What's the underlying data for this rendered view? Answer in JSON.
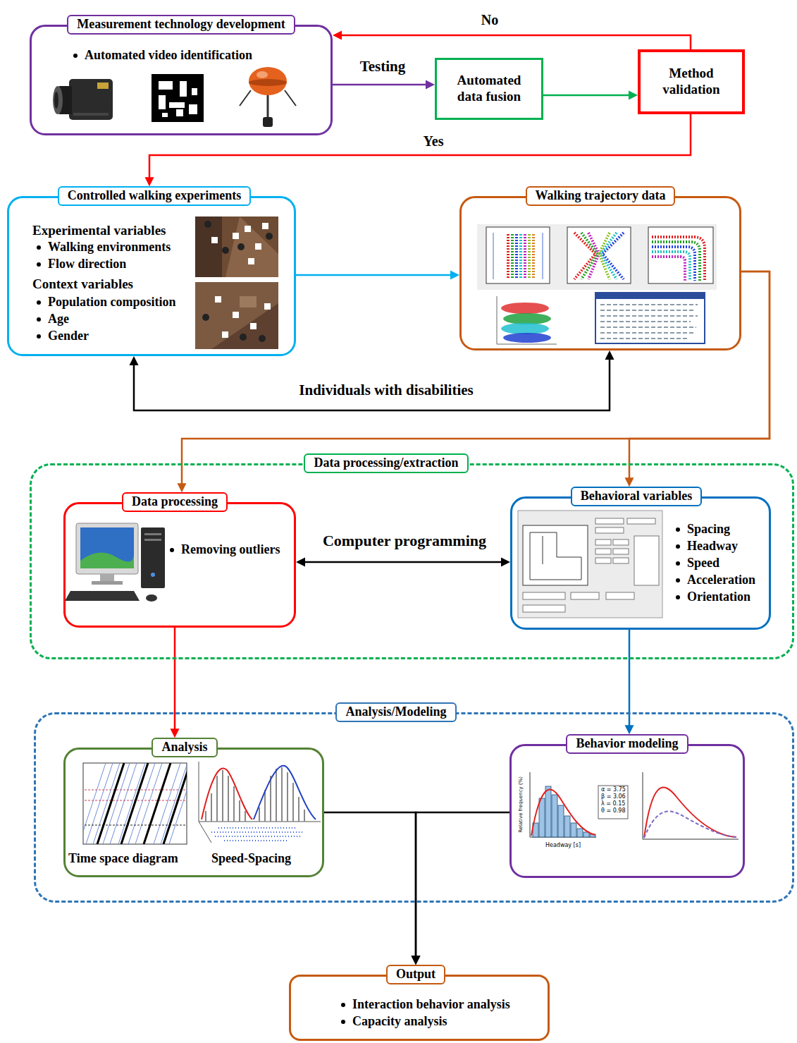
{
  "diagram": {
    "nodes": [
      {
        "text": [
          "Measurement technology development",
          "Automated video identification"
        ]
      },
      {
        "text": [
          "Automated data fusion"
        ]
      },
      {
        "text": [
          "Method validation"
        ]
      },
      {
        "text": [
          "Controlled walking experiments",
          "Experimental variables",
          "Walking environments",
          "Flow direction",
          "Context variables",
          "Population composition",
          "Age",
          "Gender"
        ]
      },
      {
        "text": [
          "Walking trajectory data"
        ]
      },
      {
        "text": [
          "Data processing/extraction"
        ]
      },
      {
        "text": [
          "Data processing",
          "Removing outliers"
        ],
        "in": 5
      },
      {
        "text": [
          "Behavioral variables",
          "Spacing",
          "Headway",
          "Speed",
          "Acceleration",
          "Orientation"
        ],
        "in": 5
      },
      {
        "text": [
          "Analysis/Modeling"
        ]
      },
      {
        "text": [
          "Analysis",
          "Time space diagram",
          "Speed-Spacing"
        ],
        "in": 8
      },
      {
        "text": [
          "Behavior modeling"
        ],
        "in": 8
      },
      {
        "text": [
          "Output",
          "Interaction behavior analysis",
          "Capacity analysis"
        ]
      }
    ],
    "edges": [
      {
        "from": 0,
        "to": 1,
        "label": "Testing",
        "arrow": "to"
      },
      {
        "from": 1,
        "to": 2,
        "arrow": "to"
      },
      {
        "from": 2,
        "to": 0,
        "label": "No",
        "arrow": "to"
      },
      {
        "from": 2,
        "to": 3,
        "label": "Yes",
        "arrow": "to"
      },
      {
        "from": 3,
        "to": 4,
        "arrow": "to"
      },
      {
        "from": 3,
        "to": 4,
        "label": "Individuals with disabilities",
        "arrow": "both"
      },
      {
        "from": 4,
        "to": 6,
        "arrow": "to"
      },
      {
        "from": 4,
        "to": 7,
        "arrow": "to"
      },
      {
        "from": 6,
        "to": 7,
        "label": "Computer programming",
        "arrow": "both"
      },
      {
        "from": 6,
        "to": 9,
        "arrow": "to"
      },
      {
        "from": 7,
        "to": 10,
        "arrow": "to"
      },
      {
        "from": 9,
        "to": 11,
        "arrow": "to"
      },
      {
        "from": 10,
        "to": 11,
        "arrow": "to"
      }
    ],
    "labels": [
      "α = 3.75",
      "β = 3.06",
      "λ = 0.15",
      "θ = 0.98",
      "Headway [s]",
      "Relative frequency (%)"
    ]
  }
}
